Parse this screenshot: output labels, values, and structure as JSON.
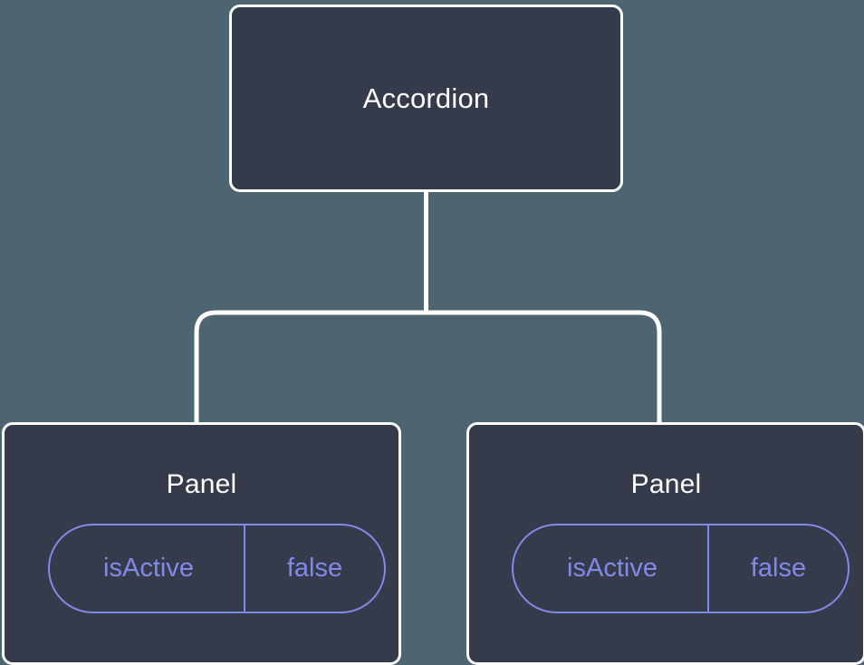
{
  "diagram": {
    "type": "component-tree",
    "background_color": "#4c6570",
    "node_fill_color": "#353b4a",
    "node_border_color": "#ffffff",
    "edge_color": "#ffffff",
    "title_text_color": "#ffffff",
    "prop_accent_color": "#8289e8",
    "root": {
      "label": "Accordion"
    },
    "children": [
      {
        "label": "Panel",
        "props": [
          {
            "key": "isActive",
            "value": "false"
          }
        ]
      },
      {
        "label": "Panel",
        "props": [
          {
            "key": "isActive",
            "value": "false"
          }
        ]
      }
    ]
  }
}
